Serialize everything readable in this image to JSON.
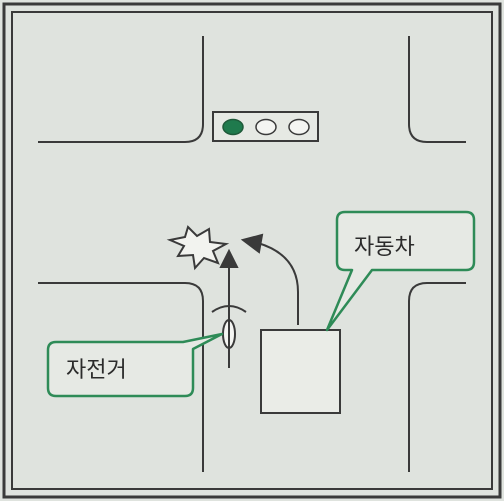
{
  "labels": {
    "car": "자동차",
    "bicycle": "자전거"
  },
  "traffic_light": {
    "active_lamp": "green",
    "lamp_count": 3
  },
  "colors": {
    "background": "#dfe3de",
    "line": "#3a3a3a",
    "callout_border": "#2e8b57",
    "green_lamp": "#1f7a4d"
  },
  "icons": [
    "collision-burst-icon",
    "straight-arrow-icon",
    "right-turn-arrow-icon",
    "bicycle-icon",
    "car-icon"
  ]
}
